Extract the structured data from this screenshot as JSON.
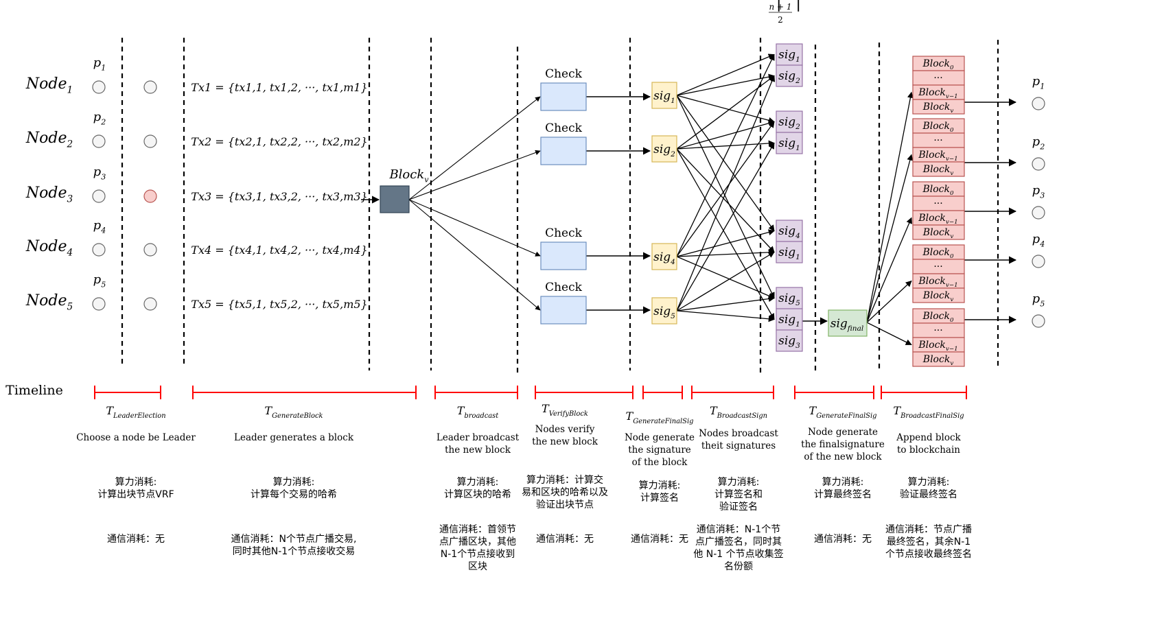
{
  "nodes": [
    {
      "label": "Node1",
      "base": "Node",
      "sub": "1",
      "p": "p",
      "psub": "1",
      "tx_label": "Tx1 = {tx1,1, tx1,2, ···, tx1,m1}",
      "leader": false
    },
    {
      "label": "Node2",
      "base": "Node",
      "sub": "2",
      "p": "p",
      "psub": "2",
      "tx_label": "Tx2 = {tx2,1, tx2,2, ···, tx2,m2}",
      "leader": false
    },
    {
      "label": "Node3",
      "base": "Node",
      "sub": "3",
      "p": "p",
      "psub": "3",
      "tx_label": "Tx3 = {tx3,1, tx3,2, ···, tx3,m3}",
      "leader": true
    },
    {
      "label": "Node4",
      "base": "Node",
      "sub": "4",
      "p": "p",
      "psub": "4",
      "tx_label": "Tx4 = {tx4,1, tx4,2, ···, tx4,m4}",
      "leader": false
    },
    {
      "label": "Node5",
      "base": "Node",
      "sub": "5",
      "p": "p",
      "psub": "5",
      "tx_label": "Tx5 = {tx5,1, tx5,2, ···, tx5,m5}",
      "leader": false
    }
  ],
  "block_v": {
    "base": "Block",
    "sub": "v"
  },
  "check_label": "Check",
  "sigs": [
    {
      "base": "sig",
      "sub": "1"
    },
    {
      "base": "sig",
      "sub": "2"
    },
    {
      "base": "sig",
      "sub": "4"
    },
    {
      "base": "sig",
      "sub": "5"
    }
  ],
  "collected": [
    [
      {
        "base": "sig",
        "sub": "1"
      },
      {
        "base": "sig",
        "sub": "2"
      }
    ],
    [
      {
        "base": "sig",
        "sub": "2"
      },
      {
        "base": "sig",
        "sub": "1"
      }
    ],
    [
      {
        "base": "sig",
        "sub": "4"
      },
      {
        "base": "sig",
        "sub": "1"
      }
    ],
    [
      {
        "base": "sig",
        "sub": "5"
      },
      {
        "base": "sig",
        "sub": "1"
      },
      {
        "base": "sig",
        "sub": "3"
      }
    ]
  ],
  "threshold_label": "⌈(n+1)/2⌉",
  "threshold": {
    "num": "n + 1",
    "den": "2"
  },
  "sig_final": {
    "base": "sig",
    "sub": "final"
  },
  "chain_rows": [
    {
      "base": "Block",
      "sub": "0"
    },
    {
      "base": "···",
      "sub": ""
    },
    {
      "base": "Block",
      "sub": "v−1"
    },
    {
      "base": "Block",
      "sub": "v"
    }
  ],
  "timeline_label": "Timeline",
  "phases": [
    {
      "title": "T",
      "sub": "LeaderElection",
      "desc": [
        "Choose a node be Leader"
      ],
      "compute": [
        "算力消耗:",
        "计算出块节点VRF"
      ],
      "comm": [
        "通信消耗：无"
      ]
    },
    {
      "title": "T",
      "sub": "GenerateBlock",
      "desc": [
        "Leader generates a block"
      ],
      "compute": [
        "算力消耗:",
        "计算每个交易的哈希"
      ],
      "comm": [
        "通信消耗：N个节点广播交易,",
        "同时其他N-1个节点接收交易"
      ]
    },
    {
      "title": "T",
      "sub": "broadcast",
      "desc": [
        "Leader broadcast",
        "the new block"
      ],
      "compute": [
        "算力消耗:",
        "计算区块的哈希"
      ],
      "comm": [
        "通信消耗：首领节",
        "点广播区块，其他",
        "N-1个节点接收到",
        "区块"
      ]
    },
    {
      "title": "T",
      "sub": "VerifyBlock",
      "desc": [
        "Nodes verify",
        "the new block"
      ],
      "compute": [
        "算力消耗：计算交",
        "易和区块的哈希以及",
        "验证出块节点"
      ],
      "comm": [
        "通信消耗：无"
      ]
    },
    {
      "title": "T",
      "sub": "GenerateFinalSig",
      "desc": [
        "Node generate",
        "the signature",
        "of the block"
      ],
      "compute": [
        "算力消耗:",
        "计算签名"
      ],
      "comm": [
        "通信消耗：无"
      ]
    },
    {
      "title": "T",
      "sub": "BroadcastSign",
      "desc": [
        "Nodes broadcast",
        "theit signatures"
      ],
      "compute": [
        "算力消耗:",
        "计算签名和",
        "验证签名"
      ],
      "comm": [
        "通信消耗：N-1个节",
        "点广播签名，同时其",
        "他 N-1 个节点收集签",
        "名份额"
      ]
    },
    {
      "title": "T",
      "sub": "GenerateFinalSig",
      "desc": [
        "Node generate",
        "the finalsignature",
        "of the new block"
      ],
      "compute": [
        "算力消耗:",
        "计算最终签名"
      ],
      "comm": [
        "通信消耗：无"
      ]
    },
    {
      "title": "T",
      "sub": "BroadcastFinalSig",
      "desc": [
        "Append block",
        "to blockchain"
      ],
      "compute": [
        "算力消耗:",
        "验证最终签名"
      ],
      "comm": [
        "通信消耗：节点广播",
        "最终签名，其余N-1",
        "个节点接收最终签名"
      ]
    }
  ],
  "colors": {
    "check_fill": "#dae8fc",
    "check_stroke": "#6c8ebf",
    "sig_fill": "#fff2cc",
    "sig_stroke": "#d6b656",
    "coll_fill": "#e1d5e7",
    "coll_stroke": "#9673a6",
    "final_fill": "#d5e8d4",
    "final_stroke": "#82b366",
    "chain_fill": "#f8cecc",
    "chain_stroke": "#b85450",
    "block_fill": "#647687",
    "leader_fill": "#f8cecc",
    "leader_stroke": "#b85450",
    "node_fill": "#f5f5f5",
    "node_stroke": "#666666",
    "timeline": "#ff0000"
  }
}
